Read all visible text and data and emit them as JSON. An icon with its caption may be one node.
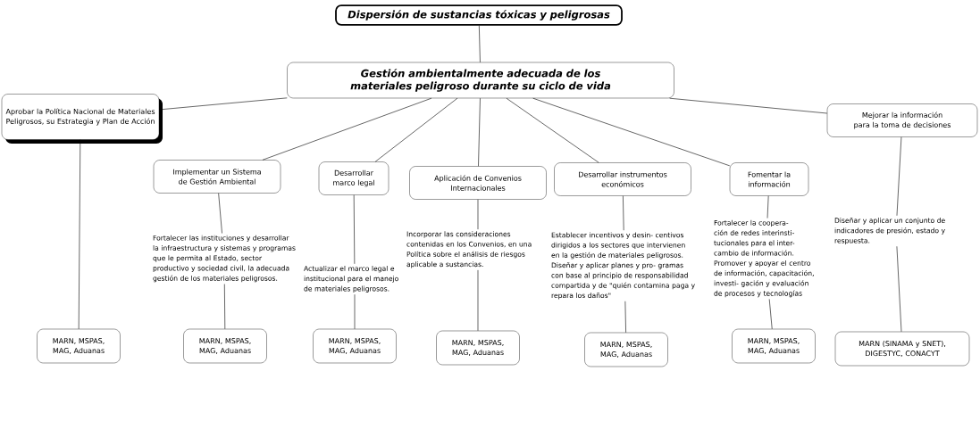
{
  "diagram": {
    "nodes": [
      {
        "text": [
          "Dispersión de sustancias tóxicas y peligrosas"
        ]
      },
      {
        "text": [
          "Gestión ambientalmente adecuada de los materiales peligroso durante su ciclo de vida"
        ]
      },
      {
        "text": [
          "Aprobar la Política Nacional de Materiales Peligrosos, su Estrategia y Plan de Acción"
        ]
      },
      {
        "text": [
          "Implementar un Sistema de Gestión Ambiental"
        ]
      },
      {
        "text": [
          "Desarrollar marco legal"
        ]
      },
      {
        "text": [
          "Aplicación de Convenios Internacionales"
        ]
      },
      {
        "text": [
          "Desarrollar instrumentos económicos"
        ]
      },
      {
        "text": [
          "Fomentar la información"
        ]
      },
      {
        "text": [
          "Mejorar la información para la toma de decisiones"
        ]
      },
      {
        "text": [
          "Fortalecer las instituciones y desarrollar la infraestructura y sistemas y programas que le permita al Estado, sector productivo y sociedad civil, la adecuada gestión de los materiales peligrosos."
        ]
      },
      {
        "text": [
          "Actualizar el marco legal e institucional para el manejo de materiales peligrosos."
        ]
      },
      {
        "text": [
          "Incorporar las consideraciones contenidas en los Convenios, en una Política sobre el análisis de riesgos aplicable a sustancias."
        ]
      },
      {
        "text": [
          "Establecer incentivos y desin- centivos dirigidos a los sectores que intervienen en la gestión de materiales peligrosos. Diseñar y aplicar planes y pro- gramas con base al principio de responsabilidad compartida y de \"quién contamina paga y repara los daños\""
        ]
      },
      {
        "text": [
          "Fortalecer la coopera- ción de redes interinsti- tucionales para el inter- cambio de información. Promover y apoyar el centro de información, capacitación, investi- gación y evaluación de procesos y tecnologías"
        ]
      },
      {
        "text": [
          "Diseñar y aplicar un conjunto de indicadores de presión, estado y respuesta."
        ]
      },
      {
        "text": [
          "MARN, MSPAS, MAG, Aduanas"
        ]
      },
      {
        "text": [
          "MARN, MSPAS, MAG, Aduanas"
        ]
      },
      {
        "text": [
          "MARN, MSPAS, MAG, Aduanas"
        ]
      },
      {
        "text": [
          "MARN, MSPAS, MAG, Aduanas"
        ]
      },
      {
        "text": [
          "MARN, MSPAS, MAG, Aduanas"
        ]
      },
      {
        "text": [
          "MARN, MSPAS, MAG, Aduanas"
        ]
      },
      {
        "text": [
          "MARN (SINAMA y SNET), DIGESTYC, CONACYT"
        ]
      }
    ],
    "edges": [
      {
        "from": 0,
        "to": 1,
        "arrow": "none"
      },
      {
        "from": 1,
        "to": 2,
        "arrow": "none"
      },
      {
        "from": 1,
        "to": 3,
        "arrow": "none"
      },
      {
        "from": 1,
        "to": 4,
        "arrow": "none"
      },
      {
        "from": 1,
        "to": 5,
        "arrow": "none"
      },
      {
        "from": 1,
        "to": 6,
        "arrow": "none"
      },
      {
        "from": 1,
        "to": 7,
        "arrow": "none"
      },
      {
        "from": 1,
        "to": 8,
        "arrow": "none"
      },
      {
        "from": 2,
        "to": 15,
        "arrow": "none"
      },
      {
        "from": 3,
        "to": 9,
        "arrow": "none"
      },
      {
        "from": 9,
        "to": 16,
        "arrow": "none"
      },
      {
        "from": 4,
        "to": 10,
        "arrow": "none"
      },
      {
        "from": 10,
        "to": 17,
        "arrow": "none"
      },
      {
        "from": 5,
        "to": 11,
        "arrow": "none"
      },
      {
        "from": 11,
        "to": 18,
        "arrow": "none"
      },
      {
        "from": 6,
        "to": 12,
        "arrow": "none"
      },
      {
        "from": 12,
        "to": 19,
        "arrow": "none"
      },
      {
        "from": 7,
        "to": 13,
        "arrow": "none"
      },
      {
        "from": 13,
        "to": 20,
        "arrow": "none"
      },
      {
        "from": 8,
        "to": 14,
        "arrow": "none"
      },
      {
        "from": 14,
        "to": 21,
        "arrow": "none"
      }
    ]
  }
}
